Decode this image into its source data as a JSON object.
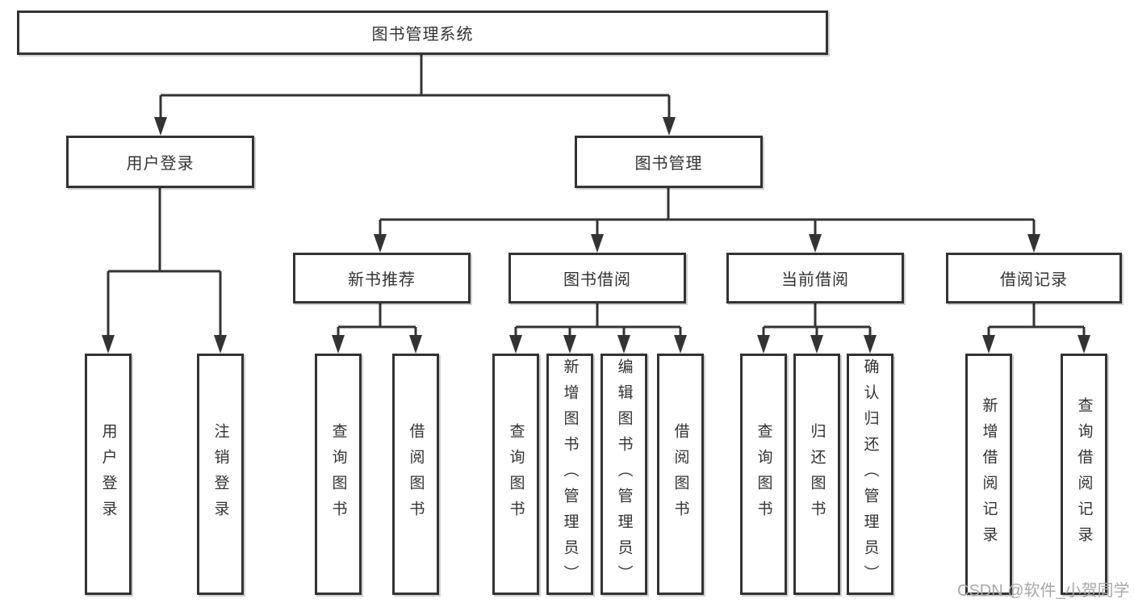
{
  "tree": {
    "root": {
      "label": "图书管理系统"
    },
    "children": [
      {
        "label": "用户登录",
        "children": [
          {
            "label": "用户登录"
          },
          {
            "label": "注销登录"
          }
        ]
      },
      {
        "label": "图书管理",
        "children": [
          {
            "label": "新书推荐",
            "children": [
              {
                "label": "查询图书"
              },
              {
                "label": "借阅图书"
              }
            ]
          },
          {
            "label": "图书借阅",
            "children": [
              {
                "label": "查询图书"
              },
              {
                "label": "新增图书（管理员）"
              },
              {
                "label": "编辑图书（管理员）"
              },
              {
                "label": "借阅图书"
              }
            ]
          },
          {
            "label": "当前借阅",
            "children": [
              {
                "label": "查询图书"
              },
              {
                "label": "归还图书"
              },
              {
                "label": "确认归还（管理员）"
              }
            ]
          },
          {
            "label": "借阅记录",
            "children": [
              {
                "label": "新增借阅记录"
              },
              {
                "label": "查询借阅记录"
              }
            ]
          }
        ]
      }
    ]
  },
  "watermark": {
    "text": "CSDN @软件_小贺同学"
  },
  "colors": {
    "line": "#333333",
    "box_fill": "#ffffff",
    "text": "#333333",
    "watermark": "#a8a8a8"
  }
}
